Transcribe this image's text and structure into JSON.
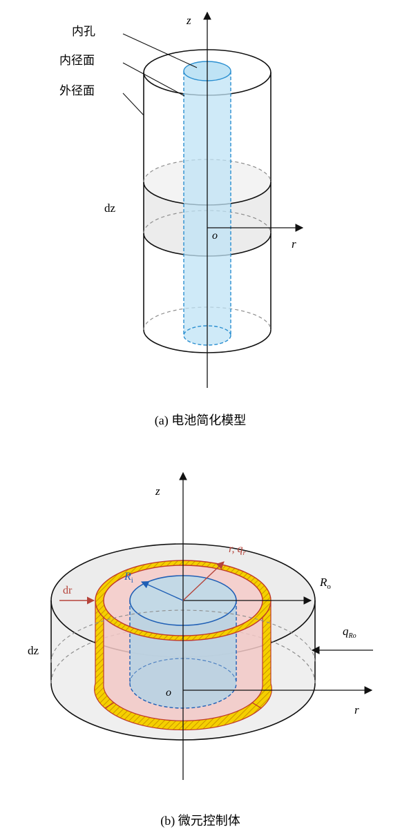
{
  "figure_a": {
    "labels": {
      "inner_hole": "内孔",
      "inner_surface": "内径面",
      "outer_surface": "外径面",
      "dz": "dz"
    },
    "axes": {
      "z": "z",
      "r": "r",
      "origin": "o"
    },
    "caption": "(a)  电池简化模型"
  },
  "figure_b": {
    "axes": {
      "z": "z",
      "r": "r",
      "origin": "o"
    },
    "labels": {
      "r_qr": "r, q",
      "r_qr_sub": "r",
      "Ri": "R",
      "Ri_sub": "i",
      "Ro": "R",
      "Ro_sub": "o",
      "dr": "dr",
      "q": "q",
      "q_sub": "Ro",
      "dz": "dz"
    },
    "caption": "(b)  微元控制体"
  },
  "colors": {
    "inner_cylinder_fill": "#bfe3f5",
    "inner_cylinder_stroke": "#2b8fd0",
    "outer_stroke": "#111111",
    "slice_fill": "#e6e6e6",
    "control_volume_fill": "#f2c8c6",
    "shell_hatch": "#f5d000",
    "shell_stroke": "#c0392b",
    "radius_blue": "#1f5fb5",
    "radius_red": "#b5433a",
    "dashed": "#8c8c8c"
  }
}
